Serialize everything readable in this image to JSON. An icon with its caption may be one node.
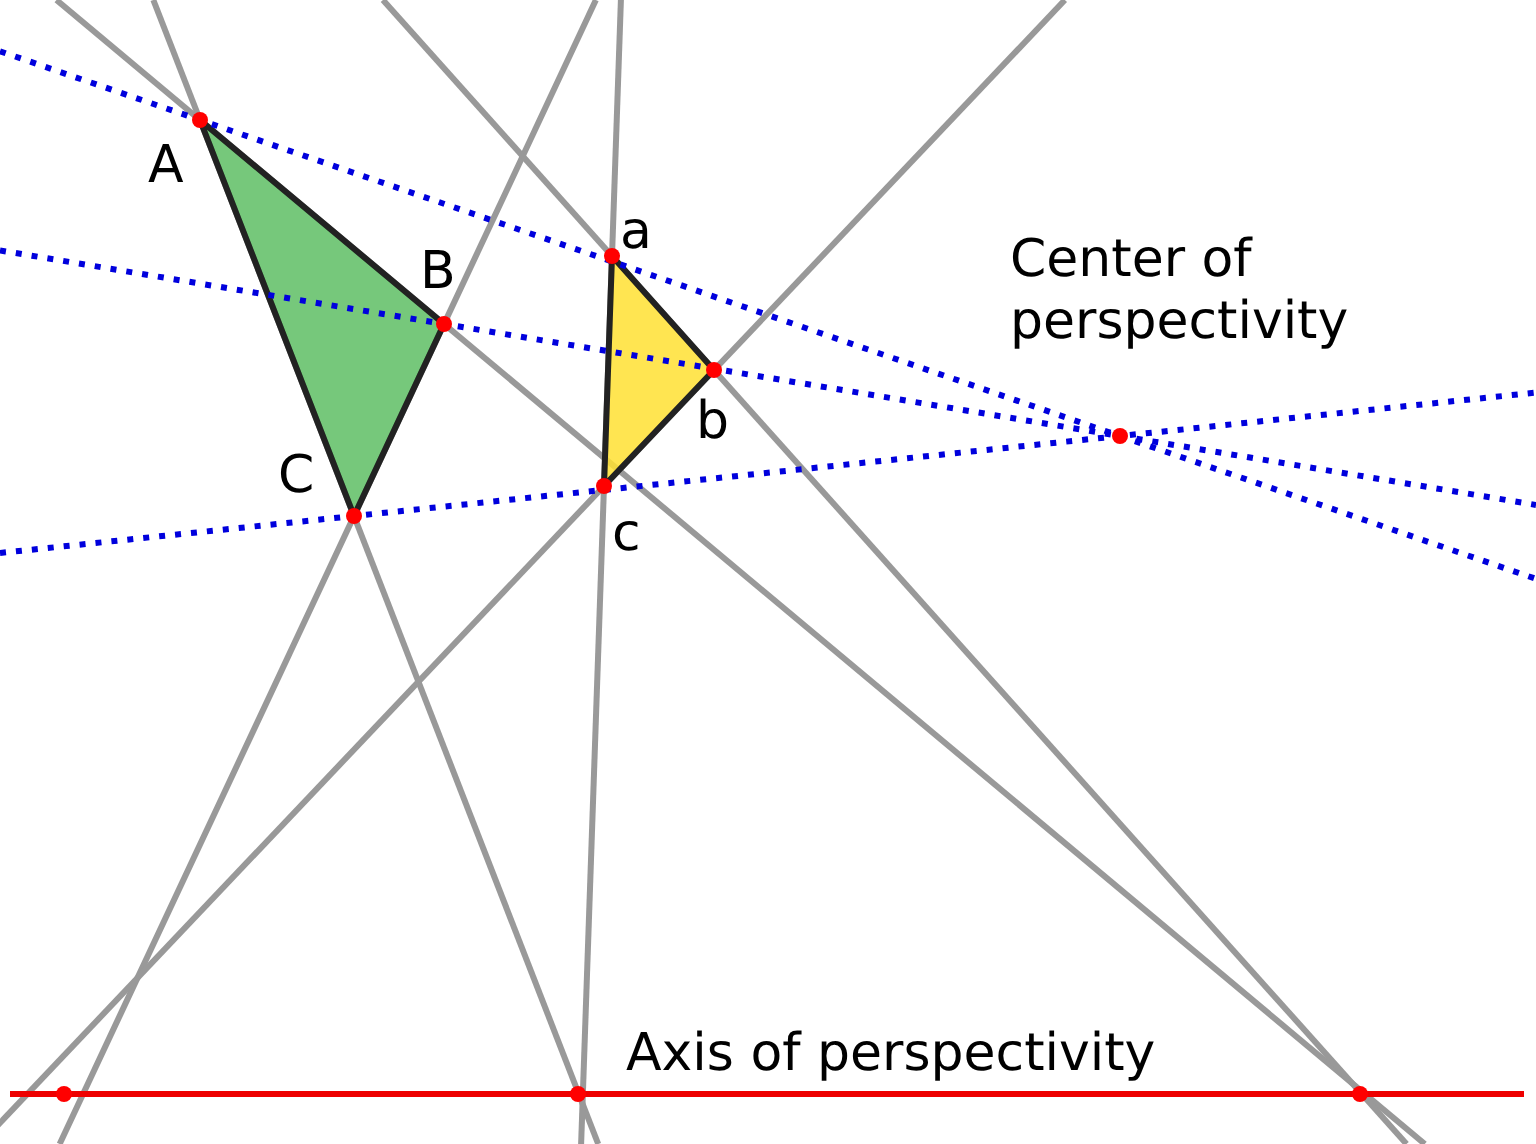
{
  "diagram": {
    "labels": [
      "A",
      "B",
      "C",
      "a",
      "b",
      "c",
      "Center of perspectivity",
      "Axis of perspectivity"
    ]
  }
}
